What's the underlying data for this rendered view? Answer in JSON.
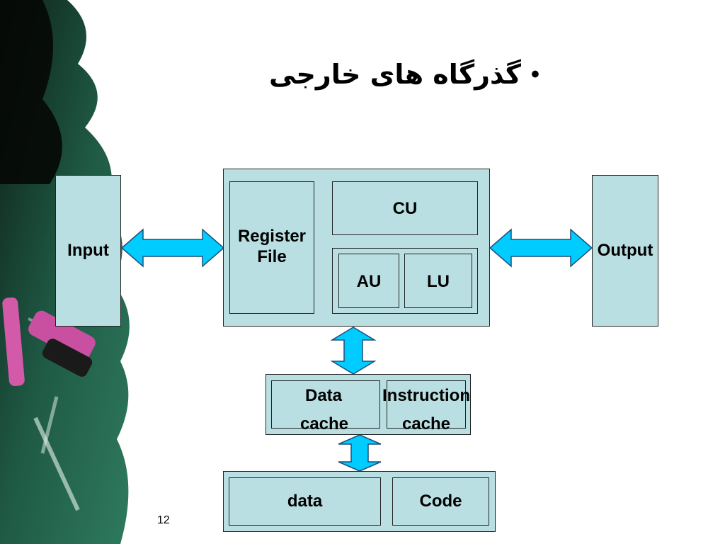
{
  "slide": {
    "bullet": "•",
    "title": "گذرگاه های خارجی",
    "page_number": "12"
  },
  "diagram": {
    "input_label": "Input",
    "output_label": "Output",
    "register_file_label_line1": "Register",
    "register_file_label_line2": "File",
    "cu_label": "CU",
    "au_label": "AU",
    "lu_label": "LU",
    "data_cache_line1": "Data",
    "data_cache_line2": "cache",
    "instruction_cache_line1": "Instruction",
    "instruction_cache_line2": "cache",
    "memory_data_label": "data",
    "memory_code_label": "Code",
    "box_fill": "#b9dfe2",
    "arrow_fill": "#00ccff"
  }
}
